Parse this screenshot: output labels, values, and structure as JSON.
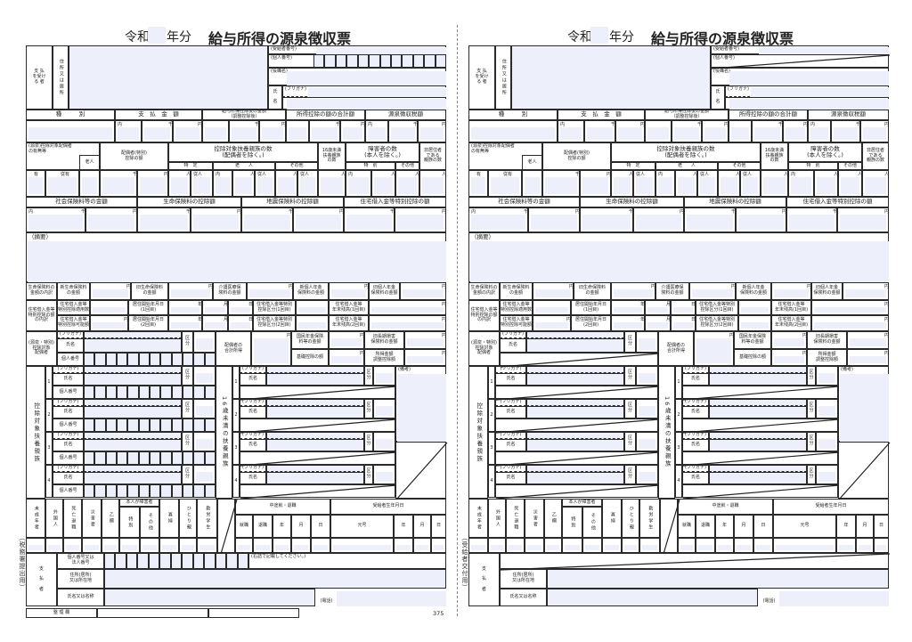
{
  "header": {
    "era": "令和",
    "year_suffix": "年分",
    "doc_title": "給与所得の源泉徴収票"
  },
  "labels": {
    "payee": "支 払\nを受け\nる 者",
    "address": "住所又は居所",
    "recipient_no": "(受給者番号)",
    "personal_no": "(個人番号)",
    "position": "(役職名)",
    "name": "氏\n\n名",
    "furigana": "(フリガナ)",
    "kind": "種　　　別",
    "payment": "支　払　金　額",
    "after_deduction": "給与所得控除後の金額\n（調整控除後）",
    "deduction_total": "所得控除の額の合計額",
    "withholding": "源泉徴収税額",
    "u_in": "内",
    "u_sen": "千",
    "u_en": "円",
    "u_nin": "人",
    "u_junin": "従人",
    "u_yes": "有",
    "u_jyuyu": "従有",
    "u_year": "年",
    "u_month": "月",
    "u_day": "日",
    "spouse_status": "(源泉)控除対象配偶者\nの有無等",
    "elderly": "老人",
    "spouse_special": "配偶者(特別)\n控除の額",
    "dependents_count": "控除対象扶養親族の数\n(配偶者を除く。)",
    "specific": "特　定",
    "elderly2": "老　　人",
    "other": "その他",
    "under16": "16歳未満\n扶養親族\nの数",
    "disabled_count": "障害者の数\n(本人を除く。)",
    "special": "特　別",
    "nonresident": "非居住者\nである\n親族の数",
    "social_ins": "社会保険料等の金額",
    "life_ins": "生命保険料の控除額",
    "quake_ins": "地震保険料の控除額",
    "housing": "住宅借入金等特別控除の額",
    "summary": "（摘要）",
    "life_breakdown": "生命保険料の\n金額の内訳",
    "new_life": "新生命保険料\nの金額",
    "old_life": "旧生命保険料\nの金額",
    "care": "介護医療保\n険料の金額",
    "new_pension": "新個人年金\n保険料の金額",
    "old_pension": "旧個人年金\n保険料の金額",
    "housing_breakdown": "住宅借入金等\n特別控除の額\nの内訳",
    "housing_count": "住宅借入金等\n特別控除適用数",
    "housing_possible": "住宅借入金等\n特別控除可能額",
    "move_in_1": "居住開始年月日\n(1回目)",
    "move_in_2": "居住開始年月日\n(2回目)",
    "housing_cat_1": "住宅借入金等特別\n控除区分(1回目)",
    "housing_cat_2": "住宅借入金等特別\n控除区分(2回目)",
    "balance_1": "住宅借入金等\n年末残高(1回目)",
    "balance_2": "住宅借入金等\n年末残高(2回目)",
    "spouse": "(源泉・特別)\n控除対象\n配偶者",
    "name_short": "氏名",
    "personal_no_short": "個人番号",
    "category": "区\n分",
    "spouse_income": "配偶者の\n合計所得",
    "national_pension": "国民年金保険\n料等の金額",
    "old_longterm": "旧長期損害\n保険料の金額",
    "basic_deduction": "基礎控除の額",
    "income_adjust": "所得金額\n調整控除額",
    "dependents": "控除対象扶養親族",
    "under16_dependents": "16歳未満の扶養親族",
    "remarks": "(備考)",
    "nums": [
      "1",
      "2",
      "3",
      "4"
    ],
    "minor": "未成年者",
    "foreigner": "外国人",
    "death": "死亡退職",
    "disaster": "災害者",
    "otsu": "乙欄",
    "self_disabled": "本人が障害者",
    "special_v": "特別",
    "other_v": "その他",
    "widow": "寡婦",
    "single_parent": "ひとり親",
    "student": "勤労学生",
    "midyear": "中途就・退職",
    "birth": "受給者生年月日",
    "hired": "就職",
    "retired": "退職",
    "era_label": "元号",
    "payer": "支\n\n払\n\n者",
    "payer_no": "個人番号又は\n法人番号",
    "right_align_note": "(右詰で記載してください。)",
    "payer_address": "住所(居所)\n又は所在地",
    "payer_name": "氏名又は名称",
    "phone": "(電話)"
  },
  "copies": [
    {
      "side_label": "（税務署提出用）",
      "admin": "整 理 欄",
      "page_no": "375"
    },
    {
      "side_label": "（受給者交付用）"
    }
  ]
}
